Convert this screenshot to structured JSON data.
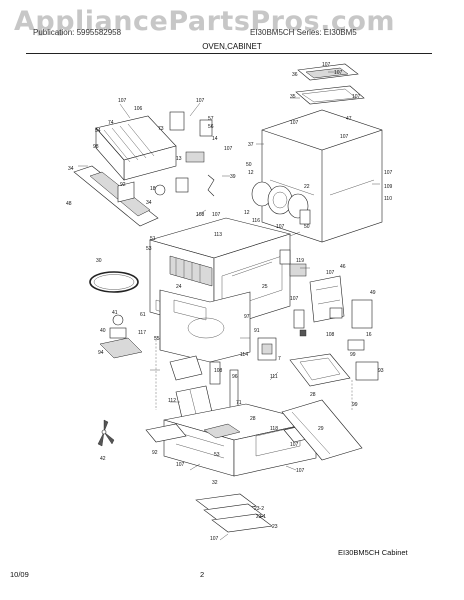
{
  "watermark": "AppliancePartsPros.com",
  "header": {
    "left": "Publication: 5995582958",
    "right": "EI30BM5CH Series: EI30BM5",
    "title": "OVEN,CABINET"
  },
  "caption": "EI30BM5CH Cabinet",
  "footer": {
    "date": "10/09",
    "page": "2"
  },
  "callouts": {
    "c107": "107",
    "c106": "106",
    "c74": "74",
    "c54": "54",
    "c98": "98",
    "c73": "73",
    "c57": "57",
    "c56": "56",
    "c14": "14",
    "c13": "13",
    "c34": "34",
    "c18": "18",
    "c92": "92",
    "c48": "48",
    "c39": "39",
    "c12": "12",
    "c22": "22",
    "c50": "50",
    "c37": "37",
    "c36": "36",
    "c35": "35",
    "c47": "47",
    "c109": "109",
    "c110": "110",
    "c53": "53",
    "c113": "113",
    "c116": "116",
    "c108": "108",
    "c119": "119",
    "c46": "46",
    "c30": "30",
    "c49": "49",
    "c41": "41",
    "c40": "40",
    "c94": "94",
    "c61": "61",
    "c117": "117",
    "c55": "55",
    "c97": "97",
    "c91": "91",
    "c114": "114",
    "c7": "7",
    "c111": "111",
    "c99": "99",
    "c93": "93",
    "c28": "28",
    "c29": "29",
    "c118": "118",
    "c112": "112",
    "c42": "42",
    "c51": "51",
    "c23": "23",
    "c232": "23-2",
    "c231": "23-1",
    "c32": "32",
    "c96": "96",
    "c71": "71",
    "c24": "24",
    "c25": "25",
    "c16": "16"
  }
}
